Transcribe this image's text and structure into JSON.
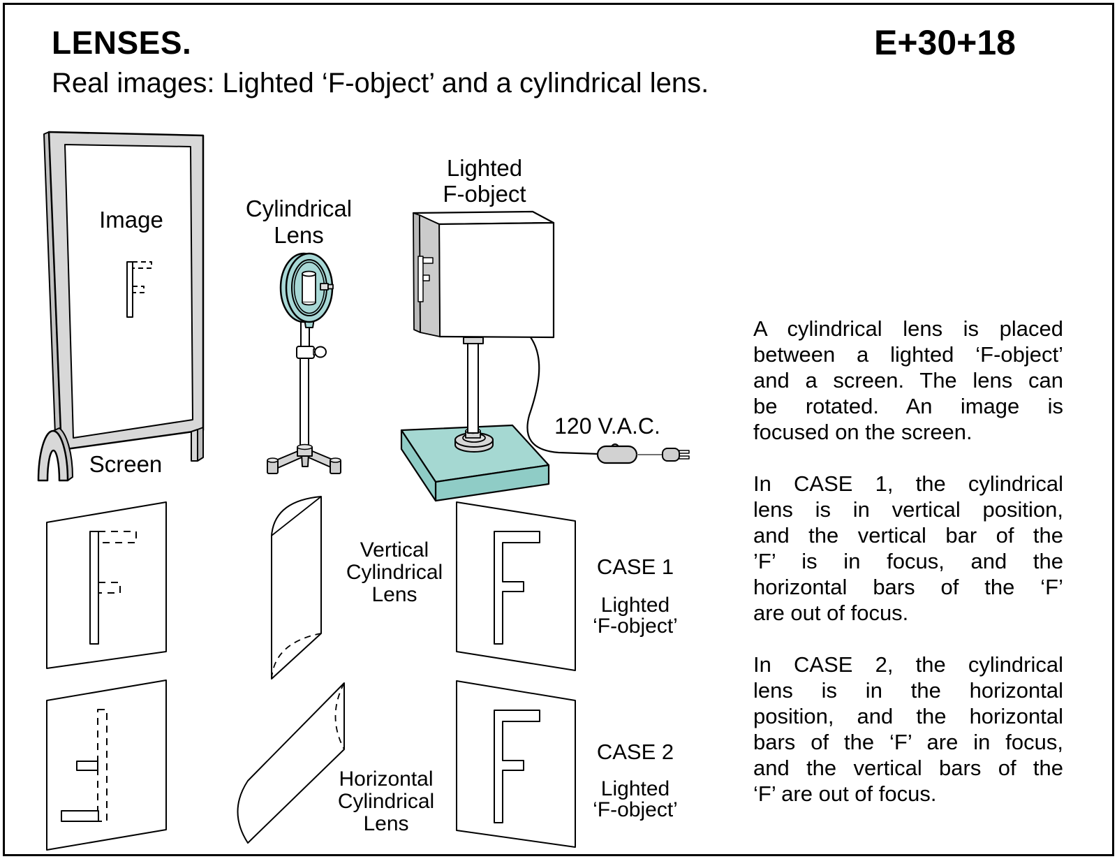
{
  "header": {
    "title": "LENSES.",
    "code": "E+30+18",
    "subtitle": "Real images: Lighted ‘F-object’ and a cylindrical lens."
  },
  "apparatus": {
    "image_label": "Image",
    "screen_label": "Screen",
    "cylindrical_lens_label": "Cylindrical\nLens",
    "f_object_label": "Lighted\nF-object",
    "voltage_label": "120 V.A.C."
  },
  "cases": {
    "vertical_lens_label": "Vertical\nCylindrical\nLens",
    "horizontal_lens_label": "Horizontal\nCylindrical\nLens",
    "case1_title": "CASE 1",
    "case1_subtitle": "Lighted\n‘F-object’",
    "case2_title": "CASE 2",
    "case2_subtitle": "Lighted\n‘F-object’"
  },
  "description": {
    "para1": [
      "A cylindrical lens is placed",
      "between a lighted ‘F-object’",
      "and a screen. The lens can",
      "be rotated. An image is",
      "focused on the screen."
    ],
    "para2": [
      "In CASE 1, the cylindrical",
      "lens is in vertical position,",
      "and the vertical bar of the",
      "’F’ is in focus, and the",
      "horizontal bars of the ‘F’",
      "are out of focus."
    ],
    "para3": [
      "In CASE 2, the cylindrical",
      "lens is in the horizontal",
      "position, and the horizontal",
      "bars of the ‘F’ are in focus,",
      "and the vertical bars of the",
      "‘F’ are out of focus."
    ]
  },
  "colors": {
    "lens_teal": "#a8d8d6",
    "base_teal_top": "#a5d8d2",
    "base_teal_side": "#8fccc6",
    "frame_gray": "#d8d8d8"
  }
}
